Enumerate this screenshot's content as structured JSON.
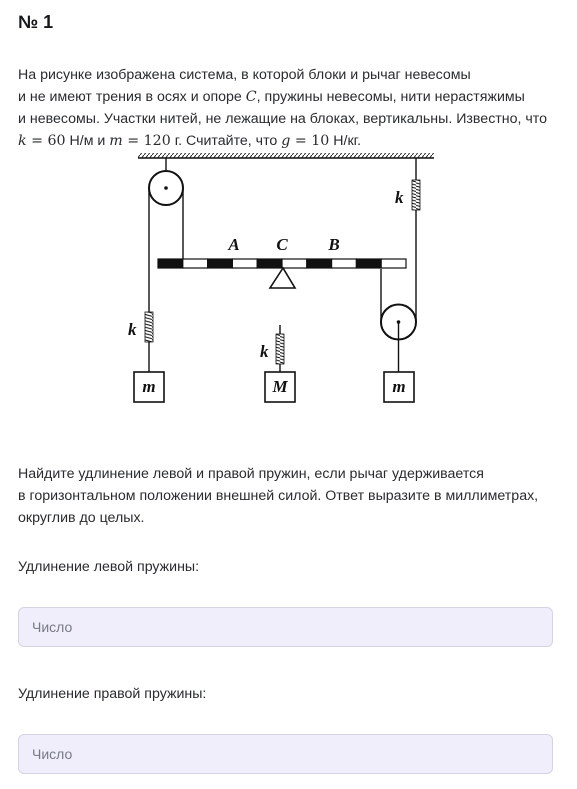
{
  "header": {
    "title": "№ 1"
  },
  "problem": {
    "line1": "На рисунке изображена система, в которой блоки и рычаг невесомы",
    "line2_pre": "и не имеют трения в осях и опоре ",
    "line2_var": "C",
    "line2_post": ", пружины невесомы, нити нерастяжимы",
    "line3": "и невесомы. Участки нитей, не лежащие на блоках, вертикальны. Известно, что",
    "line4_k": "k",
    "line4_eq1": " = 60",
    "line4_unit1": " Н/м и ",
    "line4_m": "m",
    "line4_eq2": " = 120",
    "line4_unit2": " г. Считайте, что ",
    "line4_g": "g",
    "line4_eq3": " = 10",
    "line4_unit3": " Н/кг."
  },
  "diagram": {
    "label_A": "A",
    "label_C": "C",
    "label_B": "B",
    "spring_label": "k",
    "mass_left": "m",
    "mass_center": "M",
    "mass_right": "m"
  },
  "question": {
    "line1": "Найдите удлинение левой и правой пружин, если рычаг удерживается",
    "line2": "в горизонтальном положении внешней силой. Ответ выразите в миллиметрах,",
    "line3": "округлив до целых."
  },
  "answers": {
    "left_label": "Удлинение левой пружины:",
    "left_placeholder": "Число",
    "left_value": "",
    "right_label": "Удлинение правой пружины:",
    "right_placeholder": "Число",
    "right_value": ""
  }
}
